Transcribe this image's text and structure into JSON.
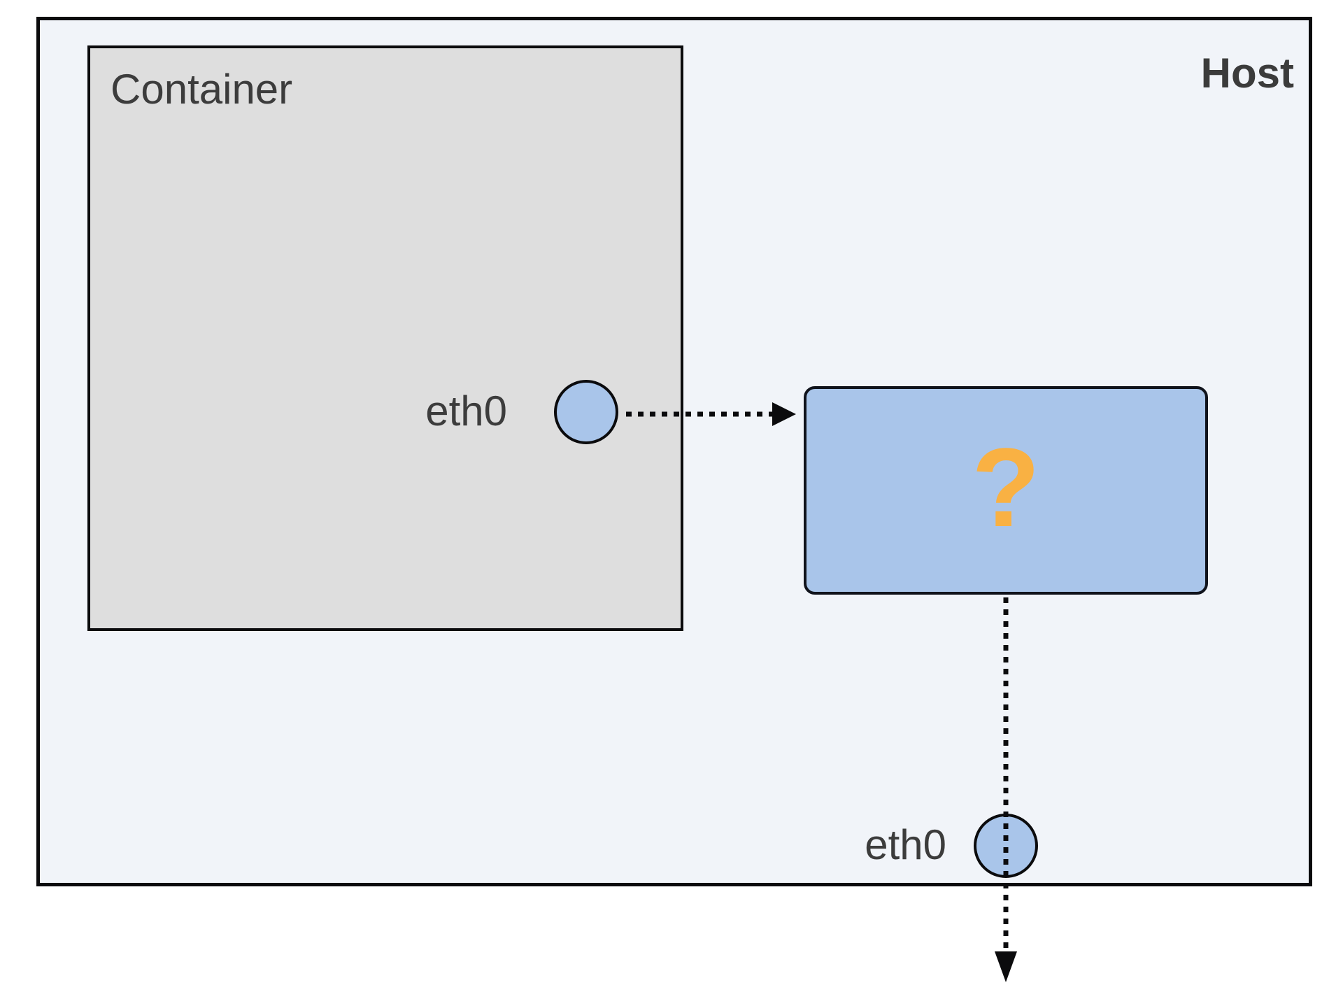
{
  "diagram": {
    "host": {
      "label": "Host",
      "eth0_label": "eth0"
    },
    "container": {
      "label": "Container",
      "eth0_label": "eth0"
    },
    "mystery_box": {
      "symbol": "?"
    },
    "connections": [
      "container eth0 -> mystery box (dotted arrow right)",
      "mystery box -> host eth0 -> outside host (dotted arrow down)"
    ],
    "colors": {
      "host_fill": "#f1f4f9",
      "container_fill": "#dedede",
      "node_fill": "#a9c5ea",
      "question_mark": "#f9b143",
      "border": "#0b0b0d",
      "text": "#3b3b3b",
      "background": "#ffffff"
    }
  }
}
